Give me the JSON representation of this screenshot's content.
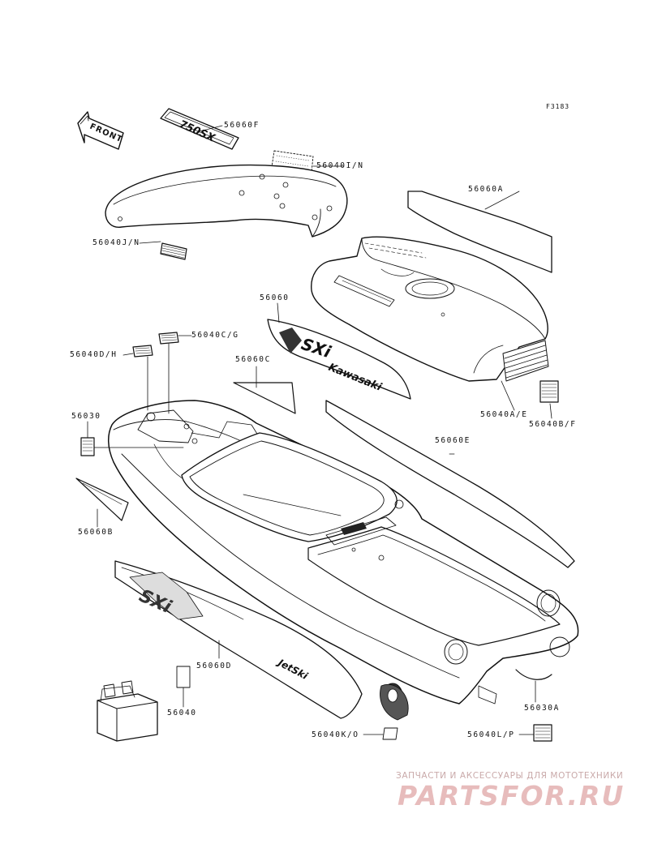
{
  "figure_code": "F3183",
  "front_arrow_label": "FRONT",
  "parts": {
    "p56060F": "56060F",
    "p56040IN": "56040I/N",
    "p56060A": "56060A",
    "p56040JN": "56040J/N",
    "p56060": "56060",
    "p56040CG": "56040C/G",
    "p56040DH": "56040D/H",
    "p56060C": "56060C",
    "p56040AE": "56040A/E",
    "p56040BF": "56040B/F",
    "p56030": "56030",
    "p56060E": "56060E",
    "p56060B": "56060B",
    "p56060D": "56060D",
    "p56040": "56040",
    "p56030A": "56030A",
    "p56040KO": "56040K/O",
    "p56040LP": "56040L/P"
  },
  "decals": {
    "model_badge": "750SX",
    "brand": "Kawasaki",
    "hood_logo": "SXi",
    "side_logo": "SXi",
    "jetski_logo": "JetSki"
  },
  "watermark": {
    "subtitle": "ЗАПЧАСТИ И АКСЕССУАРЫ ДЛЯ МОТОТЕХНИКИ",
    "site": "PARTSFOR.RU"
  }
}
